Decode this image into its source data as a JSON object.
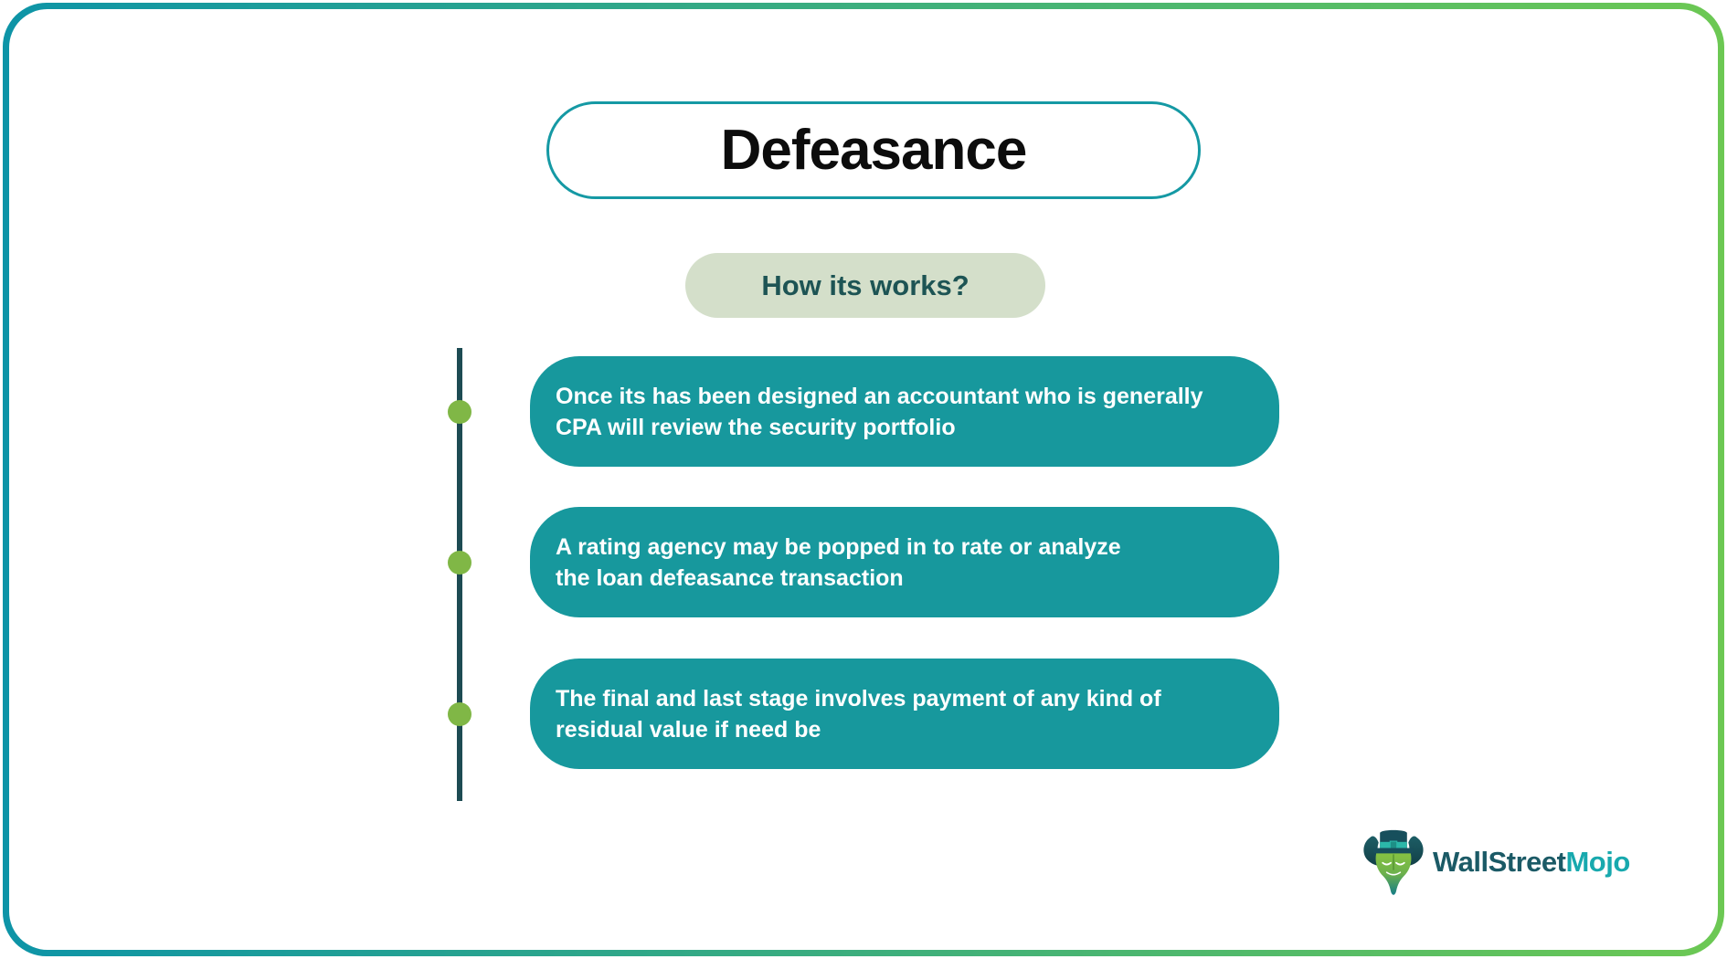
{
  "title": "Defeasance",
  "subtitle": "How its works?",
  "steps": [
    {
      "text": "Once its has been designed an accountant who is generally\nCPA will review the security portfolio"
    },
    {
      "text": "A rating agency may be popped in to rate or analyze\nthe loan defeasance transaction"
    },
    {
      "text": "The final and last stage involves payment of any kind of\nresidual value if need be"
    }
  ],
  "logo": {
    "brand_part1": "WallStreet",
    "brand_part2": "Mojo",
    "mascot_icon": "bull-with-top-hat-icon"
  },
  "colors": {
    "frame_start": "#0d94a7",
    "frame_end": "#6cc853",
    "box_teal": "#17989d",
    "badge_bg": "#d4dfca",
    "badge_text": "#1d5454",
    "pill_border": "#1599a4",
    "title_color": "#0c0c0c",
    "line_dark": "#1d4b53",
    "dot_green": "#80b746",
    "logo_dark": "#1b5a66",
    "logo_cyan": "#18a9ae"
  }
}
